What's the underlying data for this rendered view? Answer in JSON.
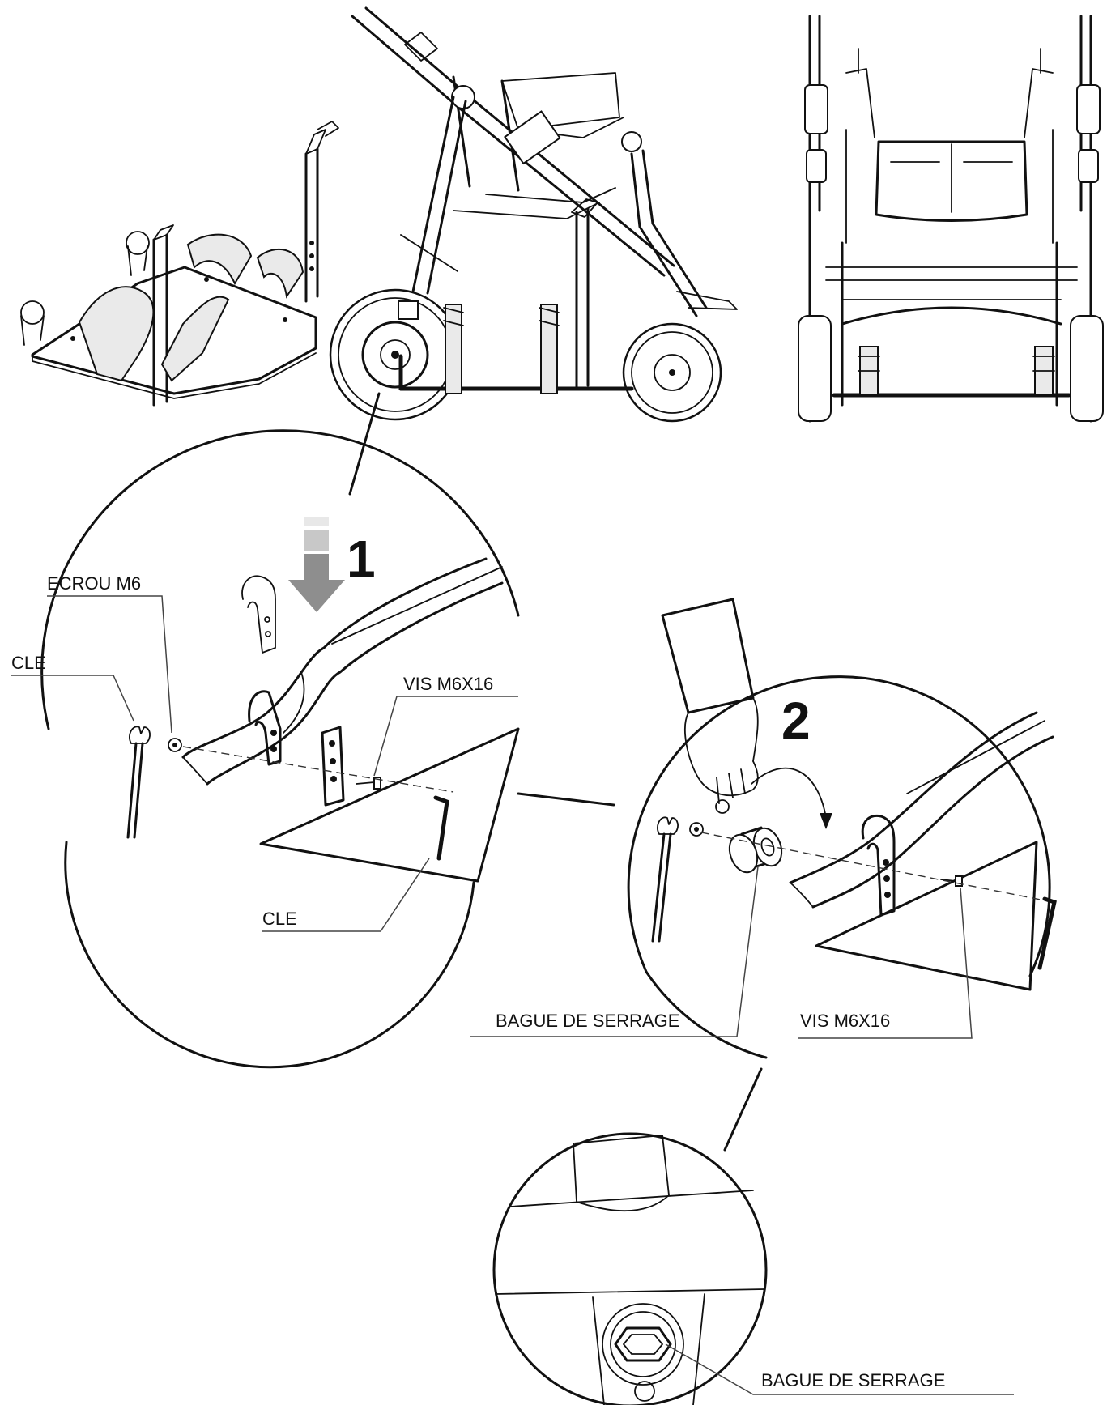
{
  "steps": {
    "one": "1",
    "two": "2"
  },
  "labels": {
    "ecrou": "ECROU M6",
    "cle_top": "CLE",
    "vis_left": "VIS  M6X16",
    "cle_bottom": "CLE",
    "bague_left": "BAGUE DE SERRAGE",
    "vis_right": "VIS M6X16",
    "bague_bottom": "BAGUE DE SERRAGE"
  }
}
